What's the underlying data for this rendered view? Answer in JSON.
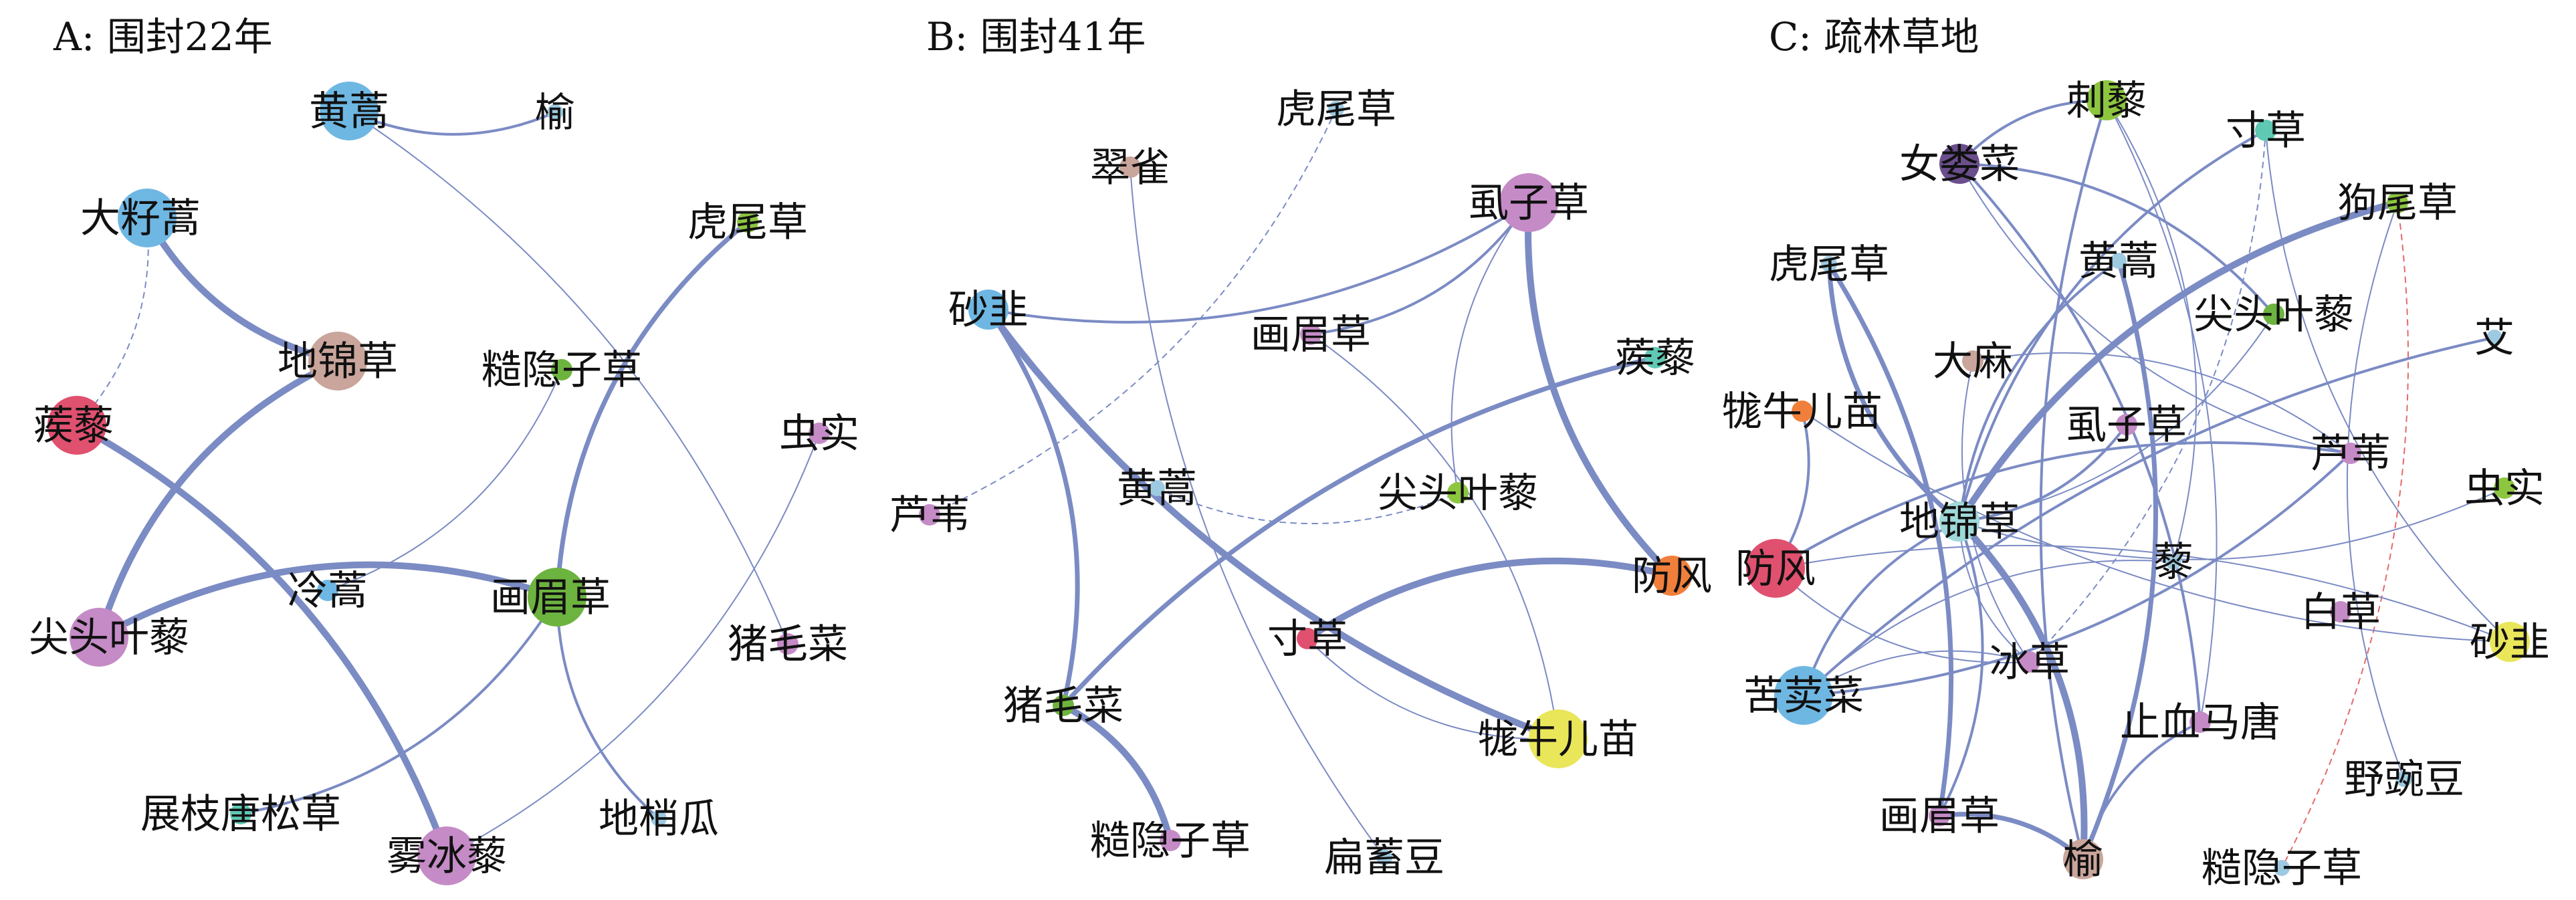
{
  "panels": [
    {
      "id": "A",
      "title": "A: 围封22年",
      "nodes": [
        {
          "id": "huanghao",
          "label": "黄蒿",
          "color": "#6fb7e3",
          "size": 3
        },
        {
          "id": "yu",
          "label": "榆",
          "color": "#9ecae1",
          "size": 0
        },
        {
          "id": "dazihao",
          "label": "大籽蒿",
          "color": "#6fb7e3",
          "size": 3
        },
        {
          "id": "huweicao",
          "label": "虎尾草",
          "color": "#8cc63f",
          "size": 1
        },
        {
          "id": "dijincao",
          "label": "地锦草",
          "color": "#c9a59b",
          "size": 3
        },
        {
          "id": "caoyinzicao",
          "label": "糙隐子草",
          "color": "#6db33f",
          "size": 1
        },
        {
          "id": "jili",
          "label": "蒺藜",
          "color": "#e0506f",
          "size": 3
        },
        {
          "id": "chongshi",
          "label": "虫实",
          "color": "#c48bc6",
          "size": 1
        },
        {
          "id": "lenghao",
          "label": "冷蒿",
          "color": "#6fb7e3",
          "size": 1
        },
        {
          "id": "huameicao",
          "label": "画眉草",
          "color": "#6db33f",
          "size": 3
        },
        {
          "id": "jiantouyeli",
          "label": "尖头叶藜",
          "color": "#c48bc6",
          "size": 3
        },
        {
          "id": "zhumaocai",
          "label": "猪毛菜",
          "color": "#c48bc6",
          "size": 1
        },
        {
          "id": "zhanzhitangsongcao",
          "label": "展枝唐松草",
          "color": "#5fc9b4",
          "size": 1
        },
        {
          "id": "dishaogua",
          "label": "地梢瓜",
          "color": "#9ecae1",
          "size": 0
        },
        {
          "id": "wubingli",
          "label": "雾冰藜",
          "color": "#c48bc6",
          "size": 3
        }
      ],
      "edges": [
        {
          "from": "huanghao",
          "to": "yu",
          "weight": 2,
          "style": "solid"
        },
        {
          "from": "huanghao",
          "to": "zhumaocai",
          "weight": 1,
          "style": "solid"
        },
        {
          "from": "dazihao",
          "to": "dijincao",
          "weight": 4,
          "style": "solid"
        },
        {
          "from": "dazihao",
          "to": "jili",
          "weight": 1,
          "style": "dashed"
        },
        {
          "from": "dijincao",
          "to": "jiantouyeli",
          "weight": 4,
          "style": "solid"
        },
        {
          "from": "jili",
          "to": "wubingli",
          "weight": 4,
          "style": "solid"
        },
        {
          "from": "huweicao",
          "to": "huameicao",
          "weight": 3,
          "style": "solid"
        },
        {
          "from": "caoyinzicao",
          "to": "lenghao",
          "weight": 1,
          "style": "solid"
        },
        {
          "from": "huameicao",
          "to": "jiantouyeli",
          "weight": 4,
          "style": "solid"
        },
        {
          "from": "huameicao",
          "to": "zhanzhitangsongcao",
          "weight": 2,
          "style": "solid"
        },
        {
          "from": "huameicao",
          "to": "dishaogua",
          "weight": 2,
          "style": "solid"
        },
        {
          "from": "chongshi",
          "to": "wubingli",
          "weight": 1,
          "style": "solid"
        }
      ]
    },
    {
      "id": "B",
      "title": "B: 围封41年",
      "nodes": [
        {
          "id": "huweicao",
          "label": "虎尾草",
          "color": "#9ecae1",
          "size": 0
        },
        {
          "id": "cuique",
          "label": "翠雀",
          "color": "#c9a59b",
          "size": 1
        },
        {
          "id": "shizicao",
          "label": "虱子草",
          "color": "#c48bc6",
          "size": 3
        },
        {
          "id": "shajiu",
          "label": "砂韭",
          "color": "#6fb7e3",
          "size": 2
        },
        {
          "id": "huameicao",
          "label": "画眉草",
          "color": "#c48bc6",
          "size": 1
        },
        {
          "id": "jili",
          "label": "蒺藜",
          "color": "#5fc9b4",
          "size": 1
        },
        {
          "id": "lufu",
          "label": "芦苇",
          "color": "#c48bc6",
          "size": 1
        },
        {
          "id": "huanghao",
          "label": "黄蒿",
          "color": "#9ecae1",
          "size": 0
        },
        {
          "id": "jiantouyeli",
          "label": "尖头叶藜",
          "color": "#8cc63f",
          "size": 1
        },
        {
          "id": "fangfeng",
          "label": "防风",
          "color": "#f07f3c",
          "size": 2
        },
        {
          "id": "cuncao",
          "label": "寸草",
          "color": "#e0506f",
          "size": 1
        },
        {
          "id": "zhumaocai",
          "label": "猪毛菜",
          "color": "#6db33f",
          "size": 1
        },
        {
          "id": "liniuermiao",
          "label": "牻牛儿苗",
          "color": "#e9e65a",
          "size": 3
        },
        {
          "id": "caoyinzicao",
          "label": "糙隐子草",
          "color": "#c48bc6",
          "size": 1
        },
        {
          "id": "bianxudou",
          "label": "扁蓄豆",
          "color": "#9ecae1",
          "size": 0
        }
      ],
      "edges": [
        {
          "from": "shajiu",
          "to": "shizicao",
          "weight": 2,
          "style": "solid"
        },
        {
          "from": "shajiu",
          "to": "zhumaocai",
          "weight": 3,
          "style": "solid"
        },
        {
          "from": "shajiu",
          "to": "liniuermiao",
          "weight": 4,
          "style": "solid"
        },
        {
          "from": "shizicao",
          "to": "huameicao",
          "weight": 2,
          "style": "solid"
        },
        {
          "from": "shizicao",
          "to": "fangfeng",
          "weight": 4,
          "style": "solid"
        },
        {
          "from": "huweicao",
          "to": "lufu",
          "weight": 1,
          "style": "dashed"
        },
        {
          "from": "cuique",
          "to": "bianxudou",
          "weight": 1,
          "style": "solid"
        },
        {
          "from": "huameicao",
          "to": "liniuermiao",
          "weight": 1,
          "style": "solid"
        },
        {
          "from": "huanghao",
          "to": "jiantouyeli",
          "weight": 1,
          "style": "dashed"
        },
        {
          "from": "jiantouyeli",
          "to": "shizicao",
          "weight": 1,
          "style": "solid"
        },
        {
          "from": "jili",
          "to": "zhumaocai",
          "weight": 3,
          "style": "solid"
        },
        {
          "from": "cuncao",
          "to": "fangfeng",
          "weight": 4,
          "style": "solid"
        },
        {
          "from": "cuncao",
          "to": "liniuermiao",
          "weight": 1,
          "style": "solid"
        },
        {
          "from": "zhumaocai",
          "to": "caoyinzicao",
          "weight": 4,
          "style": "solid"
        }
      ]
    },
    {
      "id": "C",
      "title": "C: 疏林草地",
      "nodes": [
        {
          "id": "cili",
          "label": "刺藜",
          "color": "#8cc63f",
          "size": 2
        },
        {
          "id": "cuncao",
          "label": "寸草",
          "color": "#5fc9b4",
          "size": 1
        },
        {
          "id": "nvloucai",
          "label": "女娄菜",
          "color": "#6a4f8c",
          "size": 2
        },
        {
          "id": "gouweicao",
          "label": "狗尾草",
          "color": "#8cc63f",
          "size": 1
        },
        {
          "id": "huweicao",
          "label": "虎尾草",
          "color": "#9ecae1",
          "size": 0
        },
        {
          "id": "huanghao",
          "label": "黄蒿",
          "color": "#9ecae1",
          "size": 0
        },
        {
          "id": "jiantouyeli",
          "label": "尖头叶藜",
          "color": "#6db33f",
          "size": 1
        },
        {
          "id": "ai",
          "label": "艾",
          "color": "#9ecae1",
          "size": 0
        },
        {
          "id": "dama",
          "label": "大麻",
          "color": "#c9a59b",
          "size": 1
        },
        {
          "id": "liniuermiao",
          "label": "牻牛儿苗",
          "color": "#f07f3c",
          "size": 1
        },
        {
          "id": "shizicao",
          "label": "虱子草",
          "color": "#c48bc6",
          "size": 1
        },
        {
          "id": "lufu",
          "label": "芦苇",
          "color": "#c48bc6",
          "size": 1
        },
        {
          "id": "dijincao",
          "label": "地锦草",
          "color": "#9fd8d8",
          "size": 2
        },
        {
          "id": "chongshi",
          "label": "虫实",
          "color": "#8cc63f",
          "size": 1
        },
        {
          "id": "fangfeng",
          "label": "防风",
          "color": "#e0506f",
          "size": 3
        },
        {
          "id": "li",
          "label": "藜",
          "color": "#9ecae1",
          "size": 0
        },
        {
          "id": "baicao",
          "label": "白草",
          "color": "#c48bc6",
          "size": 1
        },
        {
          "id": "shajiu",
          "label": "砂韭",
          "color": "#e9e65a",
          "size": 2
        },
        {
          "id": "kumaicai",
          "label": "苦荬菜",
          "color": "#6fb7e3",
          "size": 3
        },
        {
          "id": "bingcao",
          "label": "冰草",
          "color": "#c48bc6",
          "size": 1
        },
        {
          "id": "zhixuematang",
          "label": "止血马唐",
          "color": "#c48bc6",
          "size": 1
        },
        {
          "id": "yewandou",
          "label": "野豌豆",
          "color": "#9ecae1",
          "size": 0
        },
        {
          "id": "huameicao",
          "label": "画眉草",
          "color": "#c48bc6",
          "size": 1
        },
        {
          "id": "yu",
          "label": "榆",
          "color": "#c9a59b",
          "size": 2
        },
        {
          "id": "caoyinzicao",
          "label": "糙隐子草",
          "color": "#9ecae1",
          "size": 0
        }
      ],
      "edges": [
        {
          "from": "cili",
          "to": "nvloucai",
          "weight": 2,
          "style": "solid"
        },
        {
          "from": "cili",
          "to": "li",
          "weight": 1,
          "style": "solid"
        },
        {
          "from": "cili",
          "to": "yu",
          "weight": 2,
          "style": "solid"
        },
        {
          "from": "cili",
          "to": "zhixuematang",
          "weight": 1,
          "style": "solid"
        },
        {
          "from": "cuncao",
          "to": "dijincao",
          "weight": 2,
          "style": "solid"
        },
        {
          "from": "cuncao",
          "to": "bingcao",
          "weight": 1,
          "style": "dashed"
        },
        {
          "from": "cuncao",
          "to": "shajiu",
          "weight": 1,
          "style": "solid"
        },
        {
          "from": "nvloucai",
          "to": "jiantouyeli",
          "weight": 2,
          "style": "solid"
        },
        {
          "from": "nvloucai",
          "to": "lufu",
          "weight": 1,
          "style": "solid"
        },
        {
          "from": "nvloucai",
          "to": "zhixuematang",
          "weight": 2,
          "style": "solid"
        },
        {
          "from": "gouweicao",
          "to": "dijincao",
          "weight": 4,
          "style": "solid"
        },
        {
          "from": "gouweicao",
          "to": "caoyinzicao",
          "weight": 1,
          "style": "red-dashed"
        },
        {
          "from": "gouweicao",
          "to": "yewandou",
          "weight": 1,
          "style": "solid"
        },
        {
          "from": "huweicao",
          "to": "huameicao",
          "weight": 3,
          "style": "solid"
        },
        {
          "from": "huweicao",
          "to": "dijincao",
          "weight": 3,
          "style": "solid"
        },
        {
          "from": "huanghao",
          "to": "yu",
          "weight": 3,
          "style": "solid"
        },
        {
          "from": "huanghao",
          "to": "dijincao",
          "weight": 2,
          "style": "solid"
        },
        {
          "from": "jiantouyeli",
          "to": "dijincao",
          "weight": 1,
          "style": "solid"
        },
        {
          "from": "ai",
          "to": "kumaicai",
          "weight": 2,
          "style": "solid"
        },
        {
          "from": "dama",
          "to": "lufu",
          "weight": 1,
          "style": "solid"
        },
        {
          "from": "dama",
          "to": "bingcao",
          "weight": 1,
          "style": "solid"
        },
        {
          "from": "liniuermiao",
          "to": "fangfeng",
          "weight": 2,
          "style": "solid"
        },
        {
          "from": "liniuermiao",
          "to": "shajiu",
          "weight": 1,
          "style": "solid"
        },
        {
          "from": "shizicao",
          "to": "dijincao",
          "weight": 2,
          "style": "solid"
        },
        {
          "from": "lufu",
          "to": "fangfeng",
          "weight": 2,
          "style": "solid"
        },
        {
          "from": "lufu",
          "to": "kumaicai",
          "weight": 2,
          "style": "solid"
        },
        {
          "from": "dijincao",
          "to": "kumaicai",
          "weight": 2,
          "style": "solid"
        },
        {
          "from": "dijincao",
          "to": "yu",
          "weight": 4,
          "style": "solid"
        },
        {
          "from": "dijincao",
          "to": "bingcao",
          "weight": 1,
          "style": "solid"
        },
        {
          "from": "dijincao",
          "to": "huameicao",
          "weight": 2,
          "style": "solid"
        },
        {
          "from": "dijincao",
          "to": "chongshi",
          "weight": 1,
          "style": "solid"
        },
        {
          "from": "fangfeng",
          "to": "shajiu",
          "weight": 1,
          "style": "solid"
        },
        {
          "from": "fangfeng",
          "to": "bingcao",
          "weight": 1,
          "style": "solid"
        },
        {
          "from": "kumaicai",
          "to": "bingcao",
          "weight": 1,
          "style": "solid"
        },
        {
          "from": "li",
          "to": "kumaicai",
          "weight": 1,
          "style": "solid"
        },
        {
          "from": "huameicao",
          "to": "yu",
          "weight": 3,
          "style": "solid"
        },
        {
          "from": "zhixuematang",
          "to": "yu",
          "weight": 2,
          "style": "solid"
        }
      ]
    }
  ]
}
